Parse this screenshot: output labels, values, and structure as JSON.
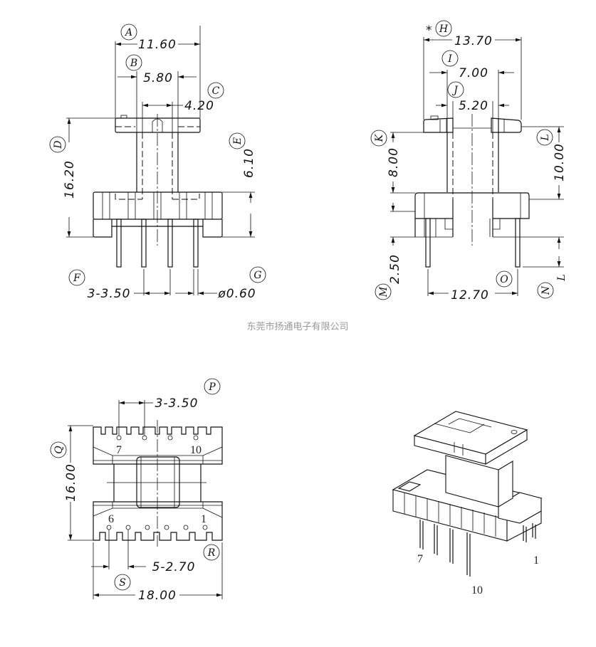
{
  "view_front": {
    "A": {
      "letter": "A",
      "value": "11.60"
    },
    "B": {
      "letter": "B",
      "value": "5.80"
    },
    "C": {
      "letter": "C",
      "value": "4.20"
    },
    "D": {
      "letter": "D",
      "value": "16.20"
    },
    "E": {
      "letter": "E",
      "value": "6.10"
    },
    "F": {
      "letter": "F",
      "value": "3-3.50"
    },
    "G": {
      "letter": "G",
      "value": "ø0.60"
    }
  },
  "view_side": {
    "H": {
      "letter": "H",
      "value": "13.70",
      "mark": "*"
    },
    "I": {
      "letter": "I",
      "value": "7.00"
    },
    "J": {
      "letter": "J",
      "value": "5.20"
    },
    "K": {
      "letter": "K",
      "value": "8.00"
    },
    "L": {
      "letter": "L",
      "value": "10.00"
    },
    "M": {
      "letter": "M",
      "value": "2.50"
    },
    "N": {
      "letter": "N",
      "value": "L"
    },
    "O": {
      "letter": "O",
      "value": "12.70"
    }
  },
  "view_bottom": {
    "P": {
      "letter": "P",
      "value": "3-3.50"
    },
    "Q": {
      "letter": "Q",
      "value": "16.00"
    },
    "R": {
      "letter": "R",
      "value": "5-2.70"
    },
    "S": {
      "letter": "S",
      "value": "18.00"
    },
    "pins": {
      "p7": "7",
      "p10": "10",
      "p6": "6",
      "p1": "1"
    }
  },
  "iso_view": {
    "pins": {
      "p7": "7",
      "p10": "10",
      "p1": "1"
    }
  },
  "company_small": "东莞市扬通电子有限公司",
  "watermark": "东莞市扬通电子有限公司"
}
